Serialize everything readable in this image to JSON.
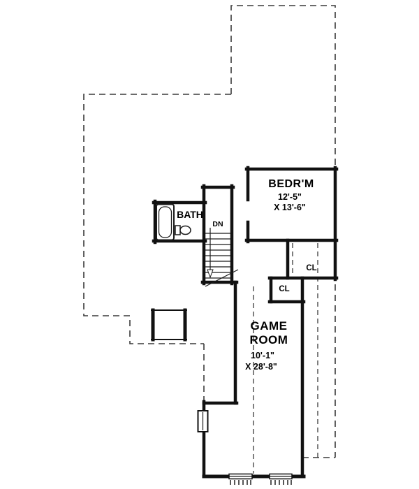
{
  "plan": {
    "bedroom": {
      "label": "BEDR'M",
      "dim_line1": "12'-5\"",
      "dim_line2": "X 13'-6\""
    },
    "bath": {
      "label": "BATH"
    },
    "stairs": {
      "label": "DN"
    },
    "closet_upper": {
      "label": "CL"
    },
    "closet_lower": {
      "label": "CL"
    },
    "game_room": {
      "label_line1": "GAME",
      "label_line2": "ROOM",
      "dim_line1": "10'-1\"",
      "dim_line2": "X 28'-8\""
    }
  },
  "colors": {
    "wall": "#111111",
    "dashed": "#3a3a3a",
    "background": "#ffffff"
  }
}
